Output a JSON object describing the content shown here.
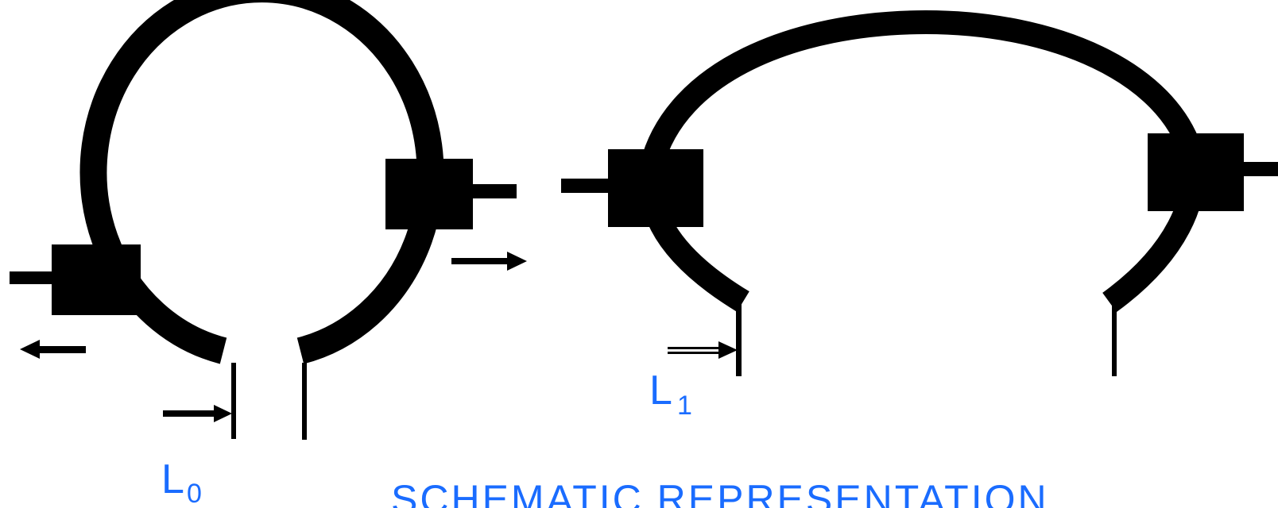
{
  "labels": {
    "l0_main": "L",
    "l0_sub": "0",
    "l1_main": "L",
    "l1_sub": "1",
    "caption": "SCHEMATIC REPRESENTATION"
  },
  "colors": {
    "stroke": "#000000",
    "label": "#1a6cff",
    "background": "#ffffff"
  }
}
